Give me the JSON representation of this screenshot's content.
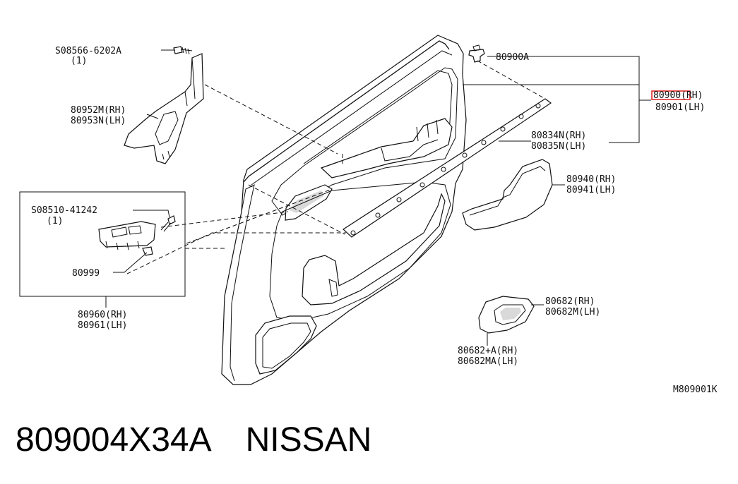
{
  "labels": {
    "screw_a": "S08566-6202A",
    "screw_a_qty": "(1)",
    "bracket_rh": "80952M(RH)",
    "bracket_lh": "80953N(LH)",
    "screw_b": "S08510-41242",
    "screw_b_qty": "(1)",
    "clip_small": "80999",
    "switch_rh": "80960(RH)",
    "switch_lh": "80961(LH)",
    "clip_top": "80900A",
    "trim_rh": "80900(RH)",
    "trim_lh": "80901(LH)",
    "seal_rh": "80834N(RH)",
    "seal_lh": "80835N(LH)",
    "armrest_rh": "80940(RH)",
    "armrest_lh": "80941(LH)",
    "handle_rh": "80682(RH)",
    "handle_lh": "80682M(LH)",
    "escutcheon_rh": "80682+A(RH)",
    "escutcheon_lh": "80682MA(LH)",
    "diagram_code": "M809001K"
  },
  "caption": {
    "part_number": "809004X34A",
    "brand": "NISSAN"
  },
  "colors": {
    "highlight": "#e02020",
    "ink": "#111111"
  }
}
